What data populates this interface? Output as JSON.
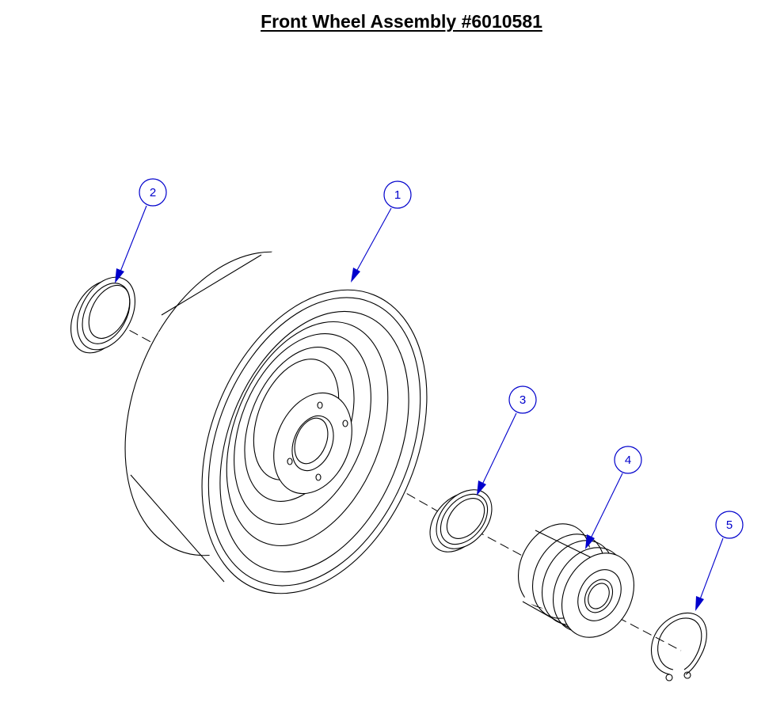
{
  "title": "Front Wheel Assembly #6010581",
  "colors": {
    "callout": "#0000cc",
    "line": "#000000"
  },
  "callouts": [
    {
      "label": "1",
      "part": "wheel"
    },
    {
      "label": "2",
      "part": "seal-ring"
    },
    {
      "label": "3",
      "part": "bearing-seal"
    },
    {
      "label": "4",
      "part": "bearing"
    },
    {
      "label": "5",
      "part": "retaining-ring"
    }
  ]
}
